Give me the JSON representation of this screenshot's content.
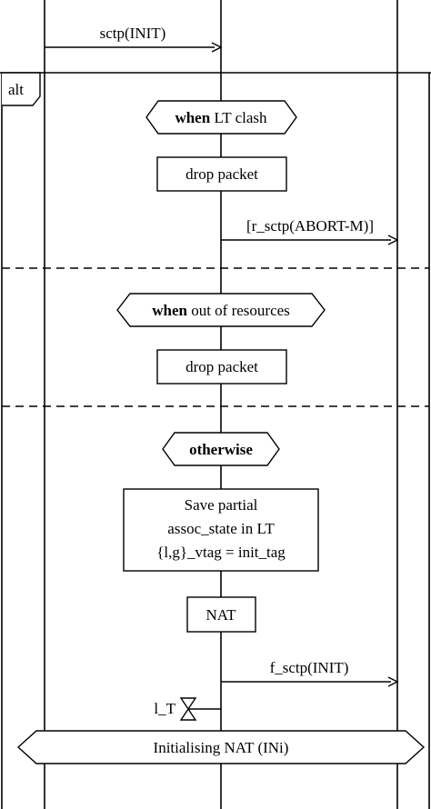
{
  "messages": {
    "init_in": "sctp(INIT)",
    "abort_out": "[r_sctp(ABORT-M)]",
    "init_out": "f_sctp(INIT)"
  },
  "alt_label": "alt",
  "guards": {
    "first": {
      "bold": "when",
      "rest": " LT clash"
    },
    "second": {
      "bold": "when",
      "rest": " out of resources"
    },
    "third": {
      "bold": "otherwise",
      "rest": ""
    }
  },
  "actions": {
    "drop_1": "drop packet",
    "drop_2": "drop packet",
    "save_lines": [
      "Save partial",
      "assoc_state in LT",
      "{l,g}_vtag = init_tag"
    ],
    "nat": "NAT"
  },
  "timer_label": "l_T",
  "state": "Initialising NAT (INi)"
}
